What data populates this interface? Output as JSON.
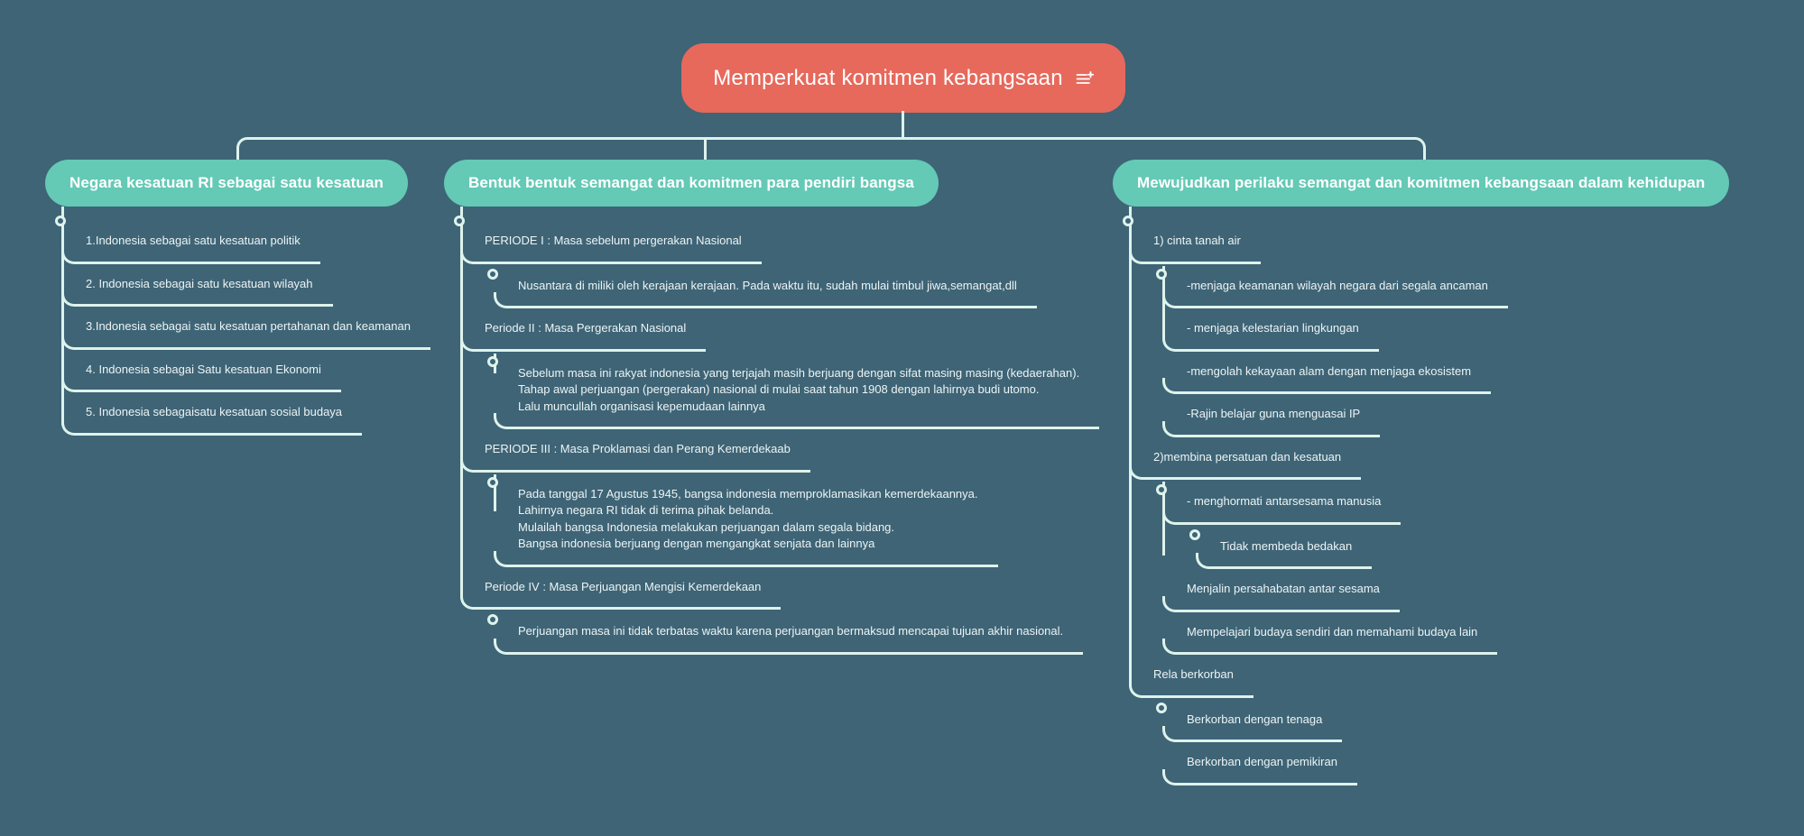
{
  "root": {
    "label": "Memperkuat komitmen kebangsaan",
    "icon": "note-icon"
  },
  "colors": {
    "background": "#3E6476",
    "root_node": "#E6695C",
    "branch_node": "#64C9B5",
    "connector_line": "#DEF3EC",
    "item_text": "#EDF4F4"
  },
  "branches": [
    {
      "title": "Negara kesatuan RI sebagai satu kesatuan",
      "children": [
        {
          "label": "1.Indonesia sebagai satu kesatuan politik"
        },
        {
          "label": "2. Indonesia sebagai satu kesatuan wilayah"
        },
        {
          "label": "3.Indonesia sebagai satu kesatuan pertahanan dan keamanan"
        },
        {
          "label": "4. Indonesia sebagai Satu kesatuan Ekonomi"
        },
        {
          "label": "5. Indonesia sebagaisatu kesatuan sosial budaya"
        }
      ]
    },
    {
      "title": "Bentuk bentuk semangat dan komitmen para pendiri bangsa",
      "children": [
        {
          "label": "PERIODE I : Masa sebelum pergerakan Nasional",
          "children": [
            {
              "label": "Nusantara di miliki oleh kerajaan kerajaan. Pada waktu itu, sudah mulai timbul jiwa,semangat,dll"
            }
          ]
        },
        {
          "label": "Periode II : Masa Pergerakan Nasional",
          "children": [
            {
              "label": "Sebelum masa ini rakyat indonesia yang terjajah masih berjuang dengan sifat masing masing (kedaerahan).\nTahap awal perjuangan (pergerakan) nasional di mulai saat tahun 1908 dengan lahirnya budi utomo.\nLalu muncullah organisasi kepemudaan lainnya"
            }
          ]
        },
        {
          "label": "PERIODE III : Masa Proklamasi dan Perang Kemerdekaab",
          "children": [
            {
              "label": "Pada tanggal 17 Agustus 1945, bangsa indonesia memproklamasikan kemerdekaannya.\n Lahirnya negara RI tidak di terima pihak belanda.\nMulailah bangsa Indonesia melakukan perjuangan dalam segala bidang.\nBangsa indonesia berjuang dengan mengangkat senjata dan lainnya"
            }
          ]
        },
        {
          "label": "Periode IV : Masa Perjuangan Mengisi Kemerdekaan",
          "children": [
            {
              "label": "Perjuangan masa ini tidak terbatas waktu karena perjuangan bermaksud mencapai tujuan akhir nasional."
            }
          ]
        }
      ]
    },
    {
      "title": "Mewujudkan perilaku semangat dan komitmen kebangsaan dalam kehidupan",
      "children": [
        {
          "label": "1) cinta tanah air",
          "children": [
            {
              "label": "-menjaga keamanan wilayah negara dari segala ancaman"
            },
            {
              "label": "- menjaga kelestarian lingkungan"
            },
            {
              "label": "-mengolah kekayaan alam dengan menjaga ekosistem"
            },
            {
              "label": "-Rajin belajar guna menguasai IP"
            }
          ]
        },
        {
          "label": "2)membina persatuan dan kesatuan",
          "children": [
            {
              "label": "- menghormati antarsesama manusia",
              "children": [
                {
                  "label": "Tidak membeda bedakan"
                }
              ]
            },
            {
              "label": "Menjalin persahabatan antar sesama"
            },
            {
              "label": "Mempelajari budaya sendiri dan memahami budaya lain"
            }
          ]
        },
        {
          "label": "Rela berkorban",
          "children": [
            {
              "label": "Berkorban dengan tenaga"
            },
            {
              "label": "Berkorban dengan pemikiran"
            }
          ]
        }
      ]
    }
  ]
}
